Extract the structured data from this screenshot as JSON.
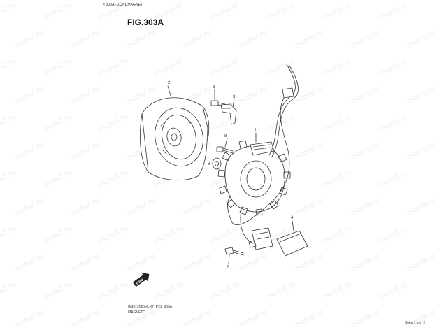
{
  "breadcrumb": "> 303A - ZÜNDMAGNET",
  "figure_title": "FIG.303A",
  "part_labels": {
    "p1": "1",
    "p2": "2",
    "p3": "3",
    "p4": "4",
    "p7": "7",
    "p8a": "8",
    "p8b": "8",
    "p8c": "8"
  },
  "direction_marker": "FWD",
  "footer": {
    "model_code": "GSX-S125MLX7_P21_303A",
    "section_name": "MAGNETO",
    "page_indicator": "Seite 1 von 2"
  },
  "watermark": "motod.ru"
}
